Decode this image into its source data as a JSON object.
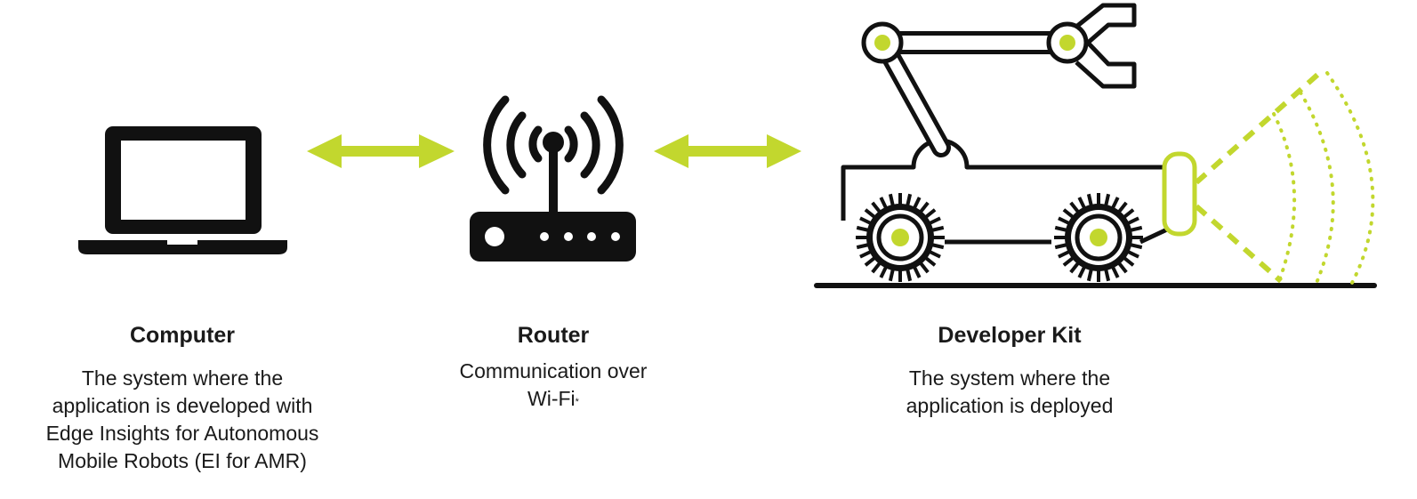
{
  "computer": {
    "title": "Computer",
    "desc": [
      "The system where the",
      "application is developed with",
      "Edge Insights for Autonomous",
      "Mobile Robots (EI for AMR)"
    ]
  },
  "router": {
    "title": "Router",
    "desc_line1": "Communication over",
    "desc_line2": "Wi-Fi",
    "desc_mark": "*"
  },
  "kit": {
    "title": "Developer Kit",
    "desc": [
      "The system where the",
      "application is deployed"
    ]
  },
  "icons": {
    "computer": "laptop-icon",
    "router": "wifi-router-icon",
    "kit": "robot-vehicle-icon",
    "arrows": "double-arrow-icon",
    "sensor": "lidar-sensor-icon"
  },
  "colors": {
    "accent": "#c2d72e",
    "ink": "#111111"
  }
}
